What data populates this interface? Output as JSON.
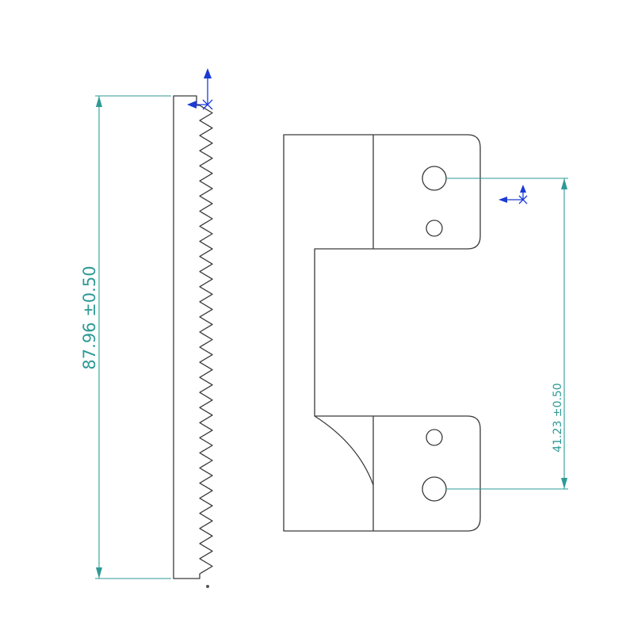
{
  "dimensions": {
    "overall_length": "87.96 ±0.50",
    "hole_spacing": "41.23 ±0.50"
  },
  "rack": {
    "tooth_count": 31
  },
  "colors": {
    "part_outline": "#3a3a3a",
    "dimension": "#2e9a95",
    "axis_triad": "#1a3ad6"
  },
  "icons": {
    "axis_triad": "coordinate-axis-triad-icon"
  }
}
